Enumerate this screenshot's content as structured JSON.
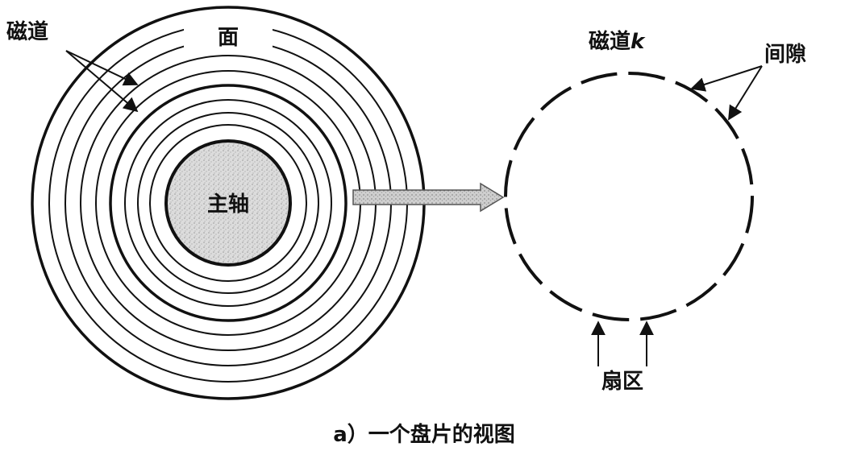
{
  "labels": {
    "track": "磁道",
    "surface": "面",
    "spindle": "主轴",
    "track_k_prefix": "磁道",
    "track_k_var": "k",
    "gap": "间隙",
    "sector": "扇区"
  },
  "caption": "a）一个盘片的视图"
}
